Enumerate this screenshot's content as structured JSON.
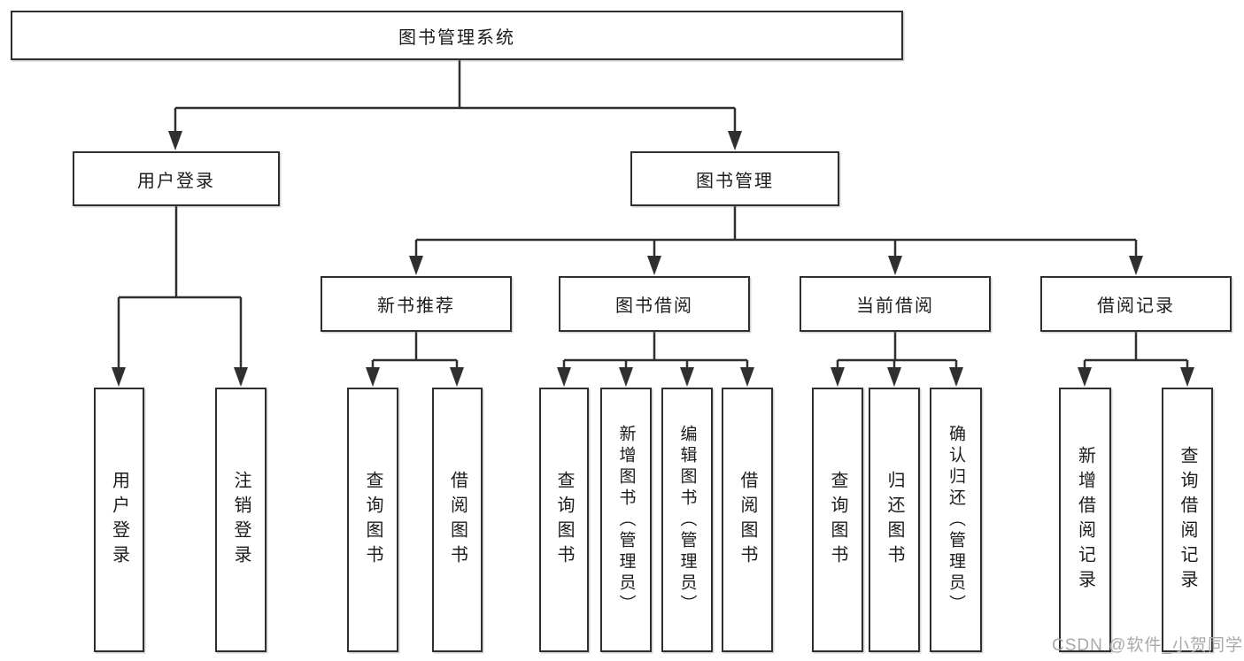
{
  "colors": {
    "line": "#2f2f2f",
    "box_border": "#2f2f2f",
    "background": "#ffffff",
    "watermark_gray": "#a9a9a9"
  },
  "diagram": {
    "root": "图书管理系统",
    "branches": [
      {
        "label": "用户登录",
        "leaves": [
          "用户登录",
          "注销登录"
        ]
      },
      {
        "label": "图书管理",
        "groups": [
          {
            "label": "新书推荐",
            "leaves": [
              "查询图书",
              "借阅图书"
            ]
          },
          {
            "label": "图书借阅",
            "leaves": [
              "查询图书",
              "新增图书（管理员）",
              "编辑图书（管理员）",
              "借阅图书"
            ]
          },
          {
            "label": "当前借阅",
            "leaves": [
              "查询图书",
              "归还图书",
              "确认归还（管理员）"
            ]
          },
          {
            "label": "借阅记录",
            "leaves": [
              "新增借阅记录",
              "查询借阅记录"
            ]
          }
        ]
      }
    ]
  },
  "watermark": {
    "text": "CSDN @软件_小贺同学"
  }
}
